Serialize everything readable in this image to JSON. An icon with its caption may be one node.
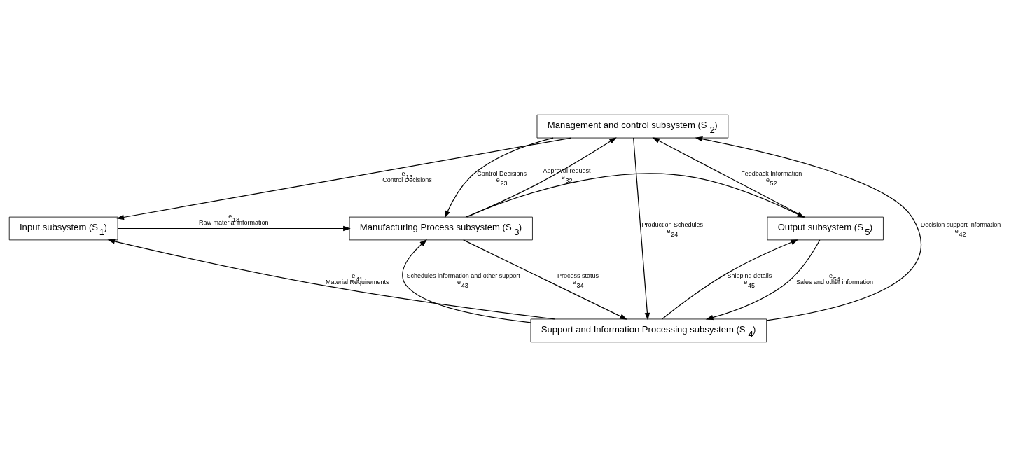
{
  "diagram": {
    "nodes": [
      {
        "text": [
          "Management and control subsystem (S$_{2}$)"
        ]
      },
      {
        "text": [
          "Input subsystem (S$_{1}$)"
        ]
      },
      {
        "text": [
          "Manufacturing Process subsystem (S$_{3}$)"
        ]
      },
      {
        "text": [
          "Output subsystem (S$_{5}$)"
        ]
      },
      {
        "text": [
          "Support and Information Processing subsystem (S$_{4}$)"
        ]
      }
    ],
    "edges": [
      {
        "from": 0,
        "to": 1,
        "arrow": "to",
        "label": "e$_{13}$ Control Decisions"
      },
      {
        "from": 1,
        "to": 2,
        "arrow": "to",
        "label": "e$_{13}$ Raw material information"
      },
      {
        "from": 0,
        "to": 2,
        "arrow": "to",
        "label": "Control Decisions e$_{23}$"
      },
      {
        "from": 2,
        "to": 0,
        "arrow": "to",
        "label": "Approval request e$_{32}$"
      },
      {
        "from": 4,
        "to": 0,
        "arrow": "to",
        "label": "Decision support Information e$_{42}$"
      },
      {
        "from": 3,
        "to": 0,
        "arrow": "to",
        "label": "Feedback Information e$_{52}$"
      },
      {
        "from": 2,
        "to": 3,
        "arrow": "to"
      },
      {
        "from": 2,
        "to": 4,
        "arrow": "to",
        "label": "Process status e$_{34}$"
      },
      {
        "from": 4,
        "to": 2,
        "arrow": "to",
        "label": "Schedules information and other support e$_{43}$"
      },
      {
        "from": 0,
        "to": 4,
        "arrow": "to",
        "label": "Production Schedules e$_{24}$"
      },
      {
        "from": 4,
        "to": 1,
        "arrow": "to",
        "label": "e$_{41}$ Material Requirements"
      },
      {
        "from": 4,
        "to": 3,
        "arrow": "to",
        "label": "Shipping details e$_{45}$"
      },
      {
        "from": 3,
        "to": 4,
        "arrow": "to",
        "label": "e$_{54}$ Sales and other information"
      }
    ]
  }
}
